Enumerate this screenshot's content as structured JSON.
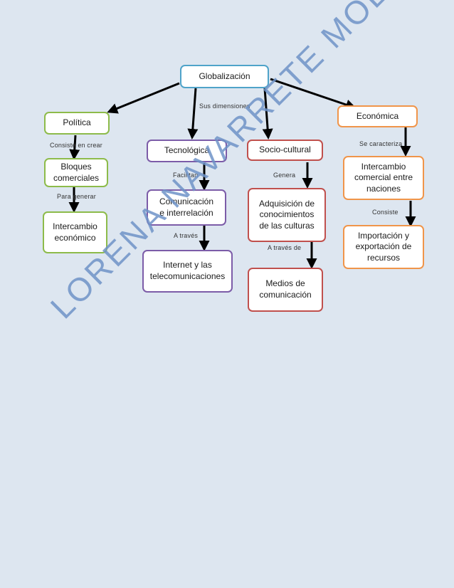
{
  "nodes": {
    "globalizacion": "Globalización",
    "politica": "Política",
    "tecnologica": "Tecnológica",
    "sociocultural": "Socio-cultural",
    "economica": "Económica",
    "bloques": "Bloques\ncomerciales",
    "intercambio_economico": "Intercambio\neconómico",
    "comunicacion": "Comunicación\ne interrelación",
    "internet": "Internet y las\ntelecomunicaciones",
    "adquisicion": "Adquisición de\nconocimientos\nde las culturas",
    "medios": "Medios de\ncomunicación",
    "intercambio_comercial": "Intercambio\ncomercial entre\nnaciones",
    "importacion": "Importación y\nexportación de\nrecursos"
  },
  "links": {
    "sus_dimensiones": "Sus dimensiones",
    "consiste_en_crear": "Consiste en crear",
    "para_generar": "Para generar",
    "facilitan": "Facilitan",
    "a_traves_1": "A través",
    "genera": "Genera",
    "a_traves_de": "A través de",
    "se_caracteriza": "Se caracteriza",
    "consiste": "Consiste"
  },
  "watermark": "LORENA NAVARRETE MOLINA",
  "colors": {
    "background": "#dde6f0",
    "globalizacion": "#4fa3c9",
    "politica": "#8dbb4a",
    "tecnologica": "#7c5ca8",
    "sociocultural": "#c0504d",
    "economica": "#f0954a",
    "watermark": "#6f93c8"
  }
}
